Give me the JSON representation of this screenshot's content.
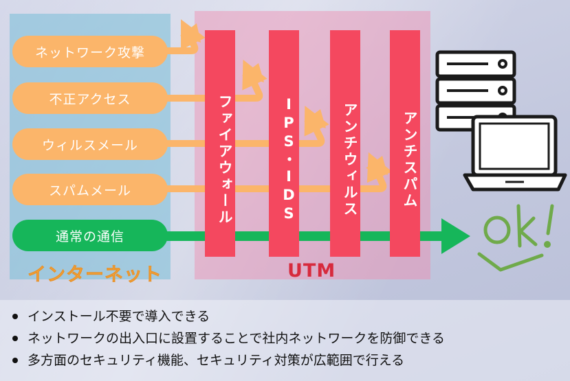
{
  "zones": {
    "internet_label": "インターネット",
    "utm_label": "UTM"
  },
  "traffic": [
    {
      "label": "ネットワーク攻撃",
      "kind": "attack"
    },
    {
      "label": "不正アクセス",
      "kind": "attack"
    },
    {
      "label": "ウィルスメール",
      "kind": "attack"
    },
    {
      "label": "スパムメール",
      "kind": "attack"
    },
    {
      "label": "通常の通信",
      "kind": "normal"
    }
  ],
  "filters": [
    {
      "label": "ファイアウォール"
    },
    {
      "label": "IPS・IDS"
    },
    {
      "label": "アンチウィルス"
    },
    {
      "label": "アンチスパム"
    }
  ],
  "result_text": "ok!",
  "notes": [
    "インストール不要で導入できる",
    "ネットワークの出入口に設置することで社内ネットワークを防御できる",
    "多方面のセキュリティ機能、セキュリティ対策が広範囲で行える"
  ],
  "colors": {
    "attack": "#fbb56a",
    "normal": "#16b65a",
    "filter": "#f4485f",
    "ok": "#6faa4a"
  }
}
